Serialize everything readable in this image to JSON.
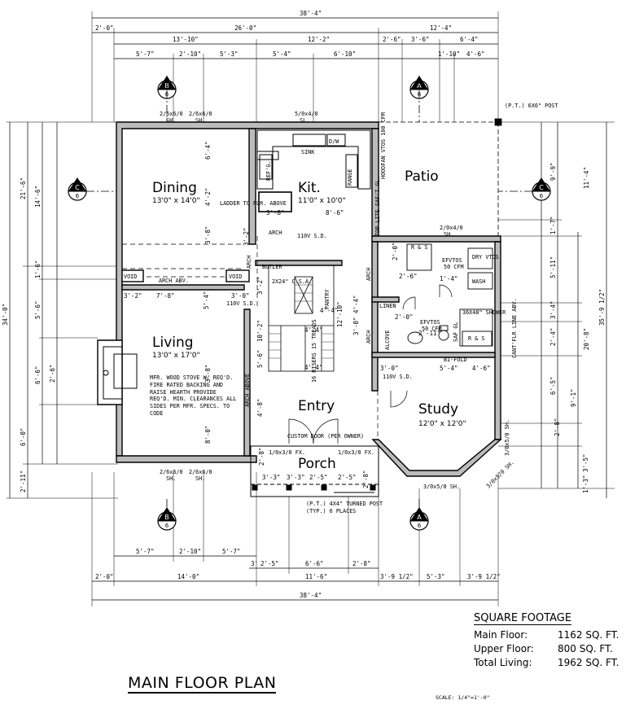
{
  "title": "MAIN FLOOR PLAN",
  "scale": "SCALE: 1/4\"=1'-0\"",
  "square_footage": {
    "heading": "SQUARE FOOTAGE",
    "rows": [
      {
        "label": "Main Floor:",
        "value": "1162 SQ. FT."
      },
      {
        "label": "Upper Floor:",
        "value": "800 SQ. FT."
      },
      {
        "label": "Total Living:",
        "value": "1962 SQ. FT."
      }
    ]
  },
  "rooms": {
    "dining": {
      "name": "Dining",
      "size": "13'0\" x 14'0\""
    },
    "kitchen": {
      "name": "Kit.",
      "size": "11'0\" x 10'0\""
    },
    "patio": {
      "name": "Patio"
    },
    "living": {
      "name": "Living",
      "size": "13'0\" x 17'0\""
    },
    "entry": {
      "name": "Entry"
    },
    "study": {
      "name": "Study",
      "size": "12'0\" x 12'0\""
    },
    "porch": {
      "name": "Porch"
    }
  },
  "section_markers": [
    {
      "letter": "B",
      "num": "6"
    },
    {
      "letter": "A",
      "num": "6"
    },
    {
      "letter": "C",
      "num": "6"
    },
    {
      "letter": "C",
      "num": "6"
    },
    {
      "letter": "B",
      "num": "6"
    },
    {
      "letter": "A",
      "num": "6"
    }
  ],
  "dims_top": {
    "overall": "38'-4\"",
    "r1": [
      "2'-0\"",
      "26'-0\"",
      "12'-4\""
    ],
    "r2": [
      "13'-10\"",
      "12'-2\"",
      "2'-6\"",
      "3'-6\"",
      "6'-4\""
    ],
    "r3": [
      "5'-7\"",
      "2'-10\"",
      "5'-3\"",
      "5'-4\"",
      "6'-10\"",
      "1'-10\"",
      "4'-6\""
    ]
  },
  "dims_bottom": {
    "r1": [
      "5'-7\"",
      "2'-10\"",
      "5'-7\""
    ],
    "r2": [
      "3'",
      "2'-5\"",
      "6'-6\"",
      "2'-8\""
    ],
    "r3": [
      "2'-0\"",
      "14'-0\"",
      "11'-6\"",
      "3'-9 1/2\"",
      "5'-3\"",
      "3'-9 1/2\""
    ],
    "overall": "38'-4\""
  },
  "dims_left": {
    "overall": "34'-0\"",
    "a": [
      "2'-6\"",
      "21'-6\"",
      "6'-0\"",
      "2'-11\""
    ],
    "b": [
      "14'-6\"",
      "1'-6\"",
      "5'-6\"",
      "6'-6\""
    ]
  },
  "dims_right": {
    "overall": "35'-9 1/2\"",
    "a": [
      "11'-4\"",
      "20'-8\""
    ],
    "b": [
      "9'-9\"",
      "1'-7\"",
      "5'-11\"",
      "3'-4\"",
      "2'-4\"",
      "6'-5\"",
      "3'-5\"",
      "1'-3\""
    ],
    "c": [
      "9'-1\"",
      "2'-8\""
    ]
  },
  "interior_dims": [
    "6'-4\"",
    "4'-2\"",
    "3'-8\"",
    "8'-6\"",
    "3'-8\"",
    "3'-2\"",
    "3'-2\"",
    "4'-4\"",
    "7'-8\"",
    "3'-0\"",
    "3'-2\"",
    "5'-4\"",
    "10'-2\"",
    "4'-4\"",
    "4'-4\"",
    "12'-10\"",
    "3'-8\"",
    "8'-0\"",
    "4'-8\"",
    "5'-6\"",
    "3'-0\"",
    "5'-4\"",
    "4'-6\"",
    "2'-8\"",
    "3'-3\"",
    "3'-3\"",
    "2'-5\"",
    "2'-5\"",
    "2'-8\"",
    "3'-0\"",
    "2'-0\"",
    "2'-6\"",
    "1'-4\"",
    "2'-0\"",
    "2'-11\"",
    "4'-4\""
  ],
  "labels": {
    "win_dining_1": "2/6x6/0",
    "win_dining_2": "2/6x6/0",
    "sh": "SH.",
    "win_kit": "5/0x4/0",
    "sl": "SL.",
    "sink": "SINK",
    "dw": "D/W",
    "refg": "REF'G.",
    "range": "RANGE",
    "hood": "HOODFAN VTOS 100 CFM",
    "ladder": "LADDER TO FLR. ABOVE",
    "arch": "ARCH",
    "arch_abv": "ARCH ABV.",
    "void": "VOID",
    "butler": "BUTLER",
    "pantry": "PANTRY",
    "csa": "2X24\" C.S.A.",
    "smoke": "110V S.D.",
    "arch_above": "ARCH ABOVE",
    "stairs": "16 RISERS 15 TREADS",
    "post_patio": "(P.T.) 6X6\" POST",
    "top_lite": "TOP LITE SAF'T GL.",
    "win_upper": "2/0x4/0",
    "r4s": "R & S",
    "efvtos": "EFVTOS",
    "cfm": "50 CFM",
    "dry_vtos": "DRY VTOS",
    "wash": "WASH",
    "linen": "LINEN",
    "alcove": "ALCOVE",
    "shower": "36X48\" SHOWER",
    "saf_gl": "SAF GL",
    "cant_flr": "CANT'FLR LINE ABV.",
    "bi_fold": "BI-FOLD",
    "stove": "MFR. WOOD STOVE W/ REQ'D. FIRE RATED BACKING AND RAISE HEARTH PROVIDE REQ'D. MIN. CLEARANCES ALL SIDES PER MFR. SPECS. TO CODE",
    "custom_door": "CUSTOM DOOR (PER OWNER)",
    "win_porch": "1/0x3/0 FX.",
    "win_study_side": "3/0x5/0 SH.",
    "win_study": "3/0x5/0 SH.",
    "post_porch": "(P.T.) 4X4\" TURNED POST (TYP.) 6 PLACES",
    "win_living": "2/6x6/0"
  },
  "colors": {
    "ink": "#000000",
    "wall_fill": "#bcbcbc",
    "paper": "#ffffff"
  }
}
